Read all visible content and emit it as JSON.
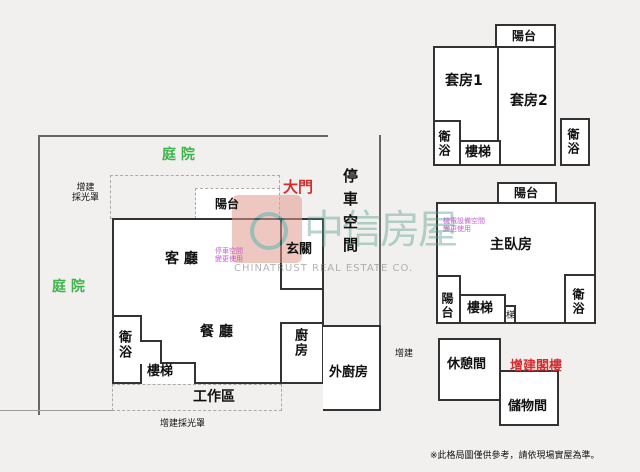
{
  "ground_floor": {
    "yard_top": "庭 院",
    "yard_left": "庭 院",
    "skylight_top": "增建\n採光罩",
    "main_door": "大門",
    "balcony": "陽台",
    "living_room": "客 廳",
    "parking_note": "停車空間\n變更使用",
    "entrance": "玄關",
    "parking": "停車空間",
    "dining_room": "餐 廳",
    "bathroom": "衛浴",
    "stairs": "樓梯",
    "kitchen": "廚房",
    "outer_kitchen": "外廚房",
    "extension": "增建",
    "work_area": "工作區",
    "skylight_bottom": "增建採光罩"
  },
  "upper_floor": {
    "balcony": "陽台",
    "suite1": "套房1",
    "suite2": "套房2",
    "bath_left": "衛浴",
    "stairs": "樓梯",
    "bath_right": "衛浴"
  },
  "master_floor": {
    "balcony": "陽台",
    "note": "機電設備空間\n變更使用",
    "master_bedroom": "主臥房",
    "side_balcony": "陽台",
    "stairs": "樓梯",
    "stairs_small": "梯",
    "bathroom": "衛浴"
  },
  "attic": {
    "lounge": "休憩間",
    "title": "增建閣樓",
    "storage": "儲物間"
  },
  "watermark": {
    "cn": "中信房屋",
    "en": "CHINATRUST REAL ESTATE CO."
  },
  "footer_note": "※此格局圖僅供參考，請依現場實屋為準。",
  "colors": {
    "green": "#3bb54a",
    "red": "#d03030",
    "pink": "#c060d0"
  }
}
